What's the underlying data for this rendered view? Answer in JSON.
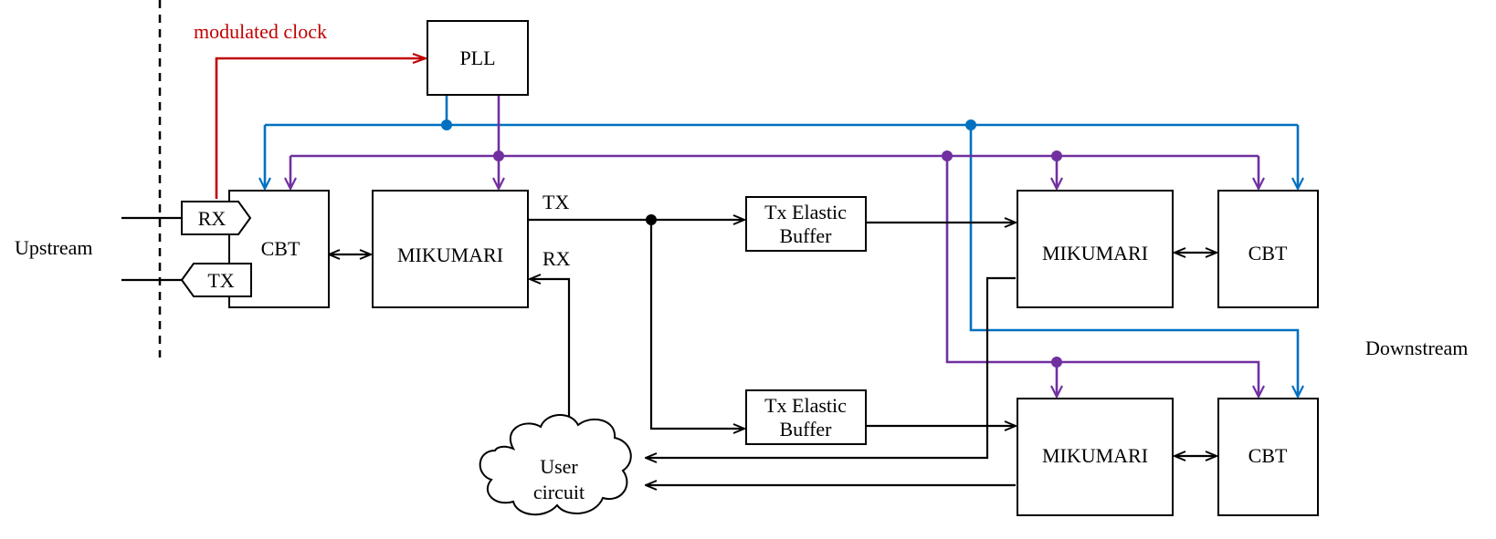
{
  "labels": {
    "modulated_clock": "modulated clock",
    "upstream": "Upstream",
    "downstream": "Downstream",
    "tx_signal": "TX",
    "rx_signal": "RX"
  },
  "blocks": {
    "pll": "PLL",
    "cbt_upstream": "CBT",
    "rx_port": "RX",
    "tx_port": "TX",
    "mikumari_main": "MIKUMARI",
    "tx_elastic_buffer_1": [
      "Tx Elastic",
      "Buffer"
    ],
    "tx_elastic_buffer_2": [
      "Tx Elastic",
      "Buffer"
    ],
    "mikumari_down_1": "MIKUMARI",
    "mikumari_down_2": "MIKUMARI",
    "cbt_down_1": "CBT",
    "cbt_down_2": "CBT",
    "user_circuit": [
      "User",
      "circuit"
    ]
  },
  "colors": {
    "modulated_clock_line": "#c00000",
    "clock_line_blue": "#0070c0",
    "clock_line_purple": "#7030a0",
    "data_line": "#000000"
  }
}
